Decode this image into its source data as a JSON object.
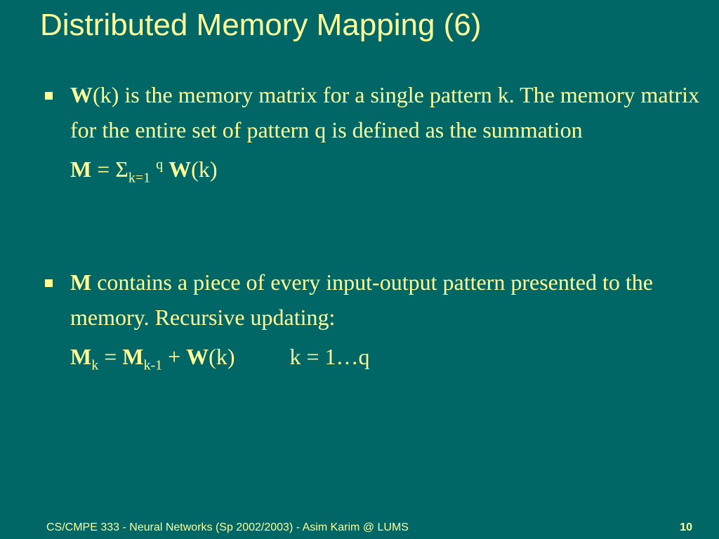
{
  "slide": {
    "title": "Distributed Memory Mapping (6)",
    "colors": {
      "background": "#006666",
      "text": "#FFFF99"
    },
    "bullet_icon": "square-bullet",
    "bullets": [
      {
        "lead": "W",
        "text": "(k) is the memory matrix for a single pattern k. The memory matrix for the entire set of pattern q is defined as the summation",
        "formula": {
          "lhs": "M",
          "eq": " = ",
          "sigma": "Σ",
          "sub": "k=1",
          "sup": "q",
          "term": "W",
          "tail": "(k)"
        }
      },
      {
        "lead": "M",
        "text": " contains a piece of every input-output pattern presented to the memory. Recursive updating:",
        "formula": {
          "lhs": "M",
          "lhs_sub": "k",
          "eq": " = ",
          "prev": "M",
          "prev_sub": "k-1",
          "plus": " + ",
          "term": "W",
          "tail": "(k)",
          "range": "k = 1…q"
        }
      }
    ],
    "footer": {
      "course": "CS/CMPE 333 - Neural Networks (Sp 2002/2003) - Asim Karim @ LUMS",
      "page_number": "10"
    }
  }
}
